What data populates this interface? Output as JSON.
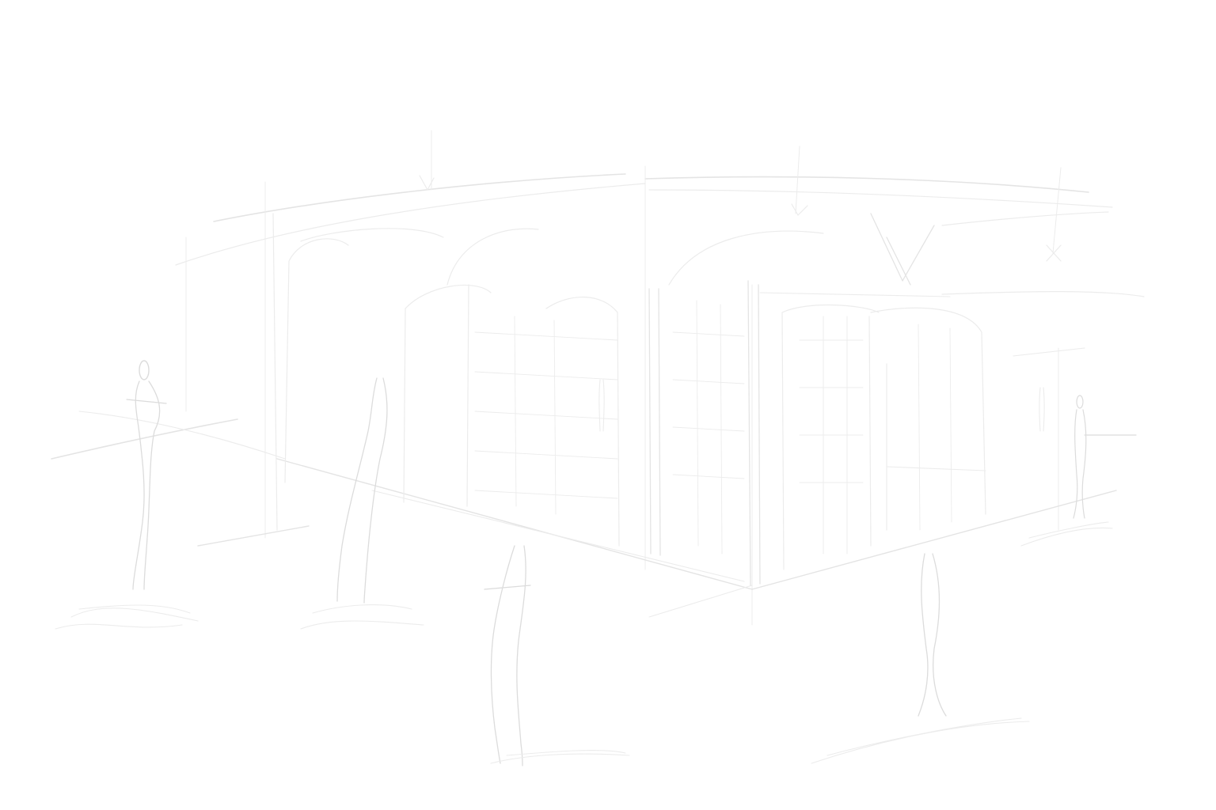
{
  "scene": {
    "background_color": "#ffffff",
    "line_color": "#e0e0e0",
    "figures": [
      {
        "id": "figure-far-left"
      },
      {
        "id": "figure-left"
      },
      {
        "id": "figure-center"
      },
      {
        "id": "figure-right-front"
      },
      {
        "id": "figure-far-right"
      },
      {
        "id": "figure-background-right"
      }
    ]
  }
}
